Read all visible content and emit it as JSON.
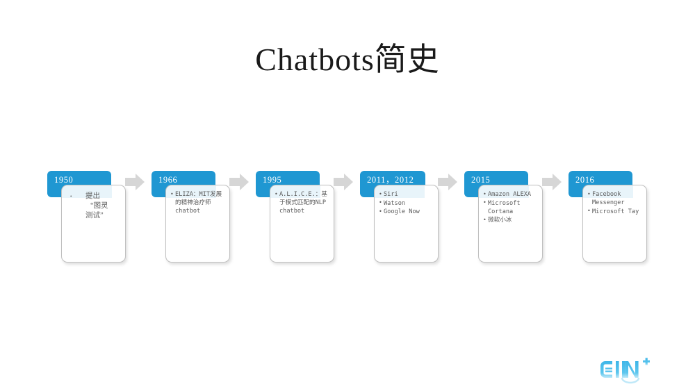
{
  "slide": {
    "title": "Chatbots简史",
    "background_color": "#ffffff",
    "accent_color": "#1f97d2",
    "arrow_color": "#d6d6d6",
    "body_text_color": "#5a5a5a"
  },
  "timeline": {
    "arrow_icon_name": "right-block-arrow-icon",
    "steps": [
      {
        "year": "1950",
        "items": [
          "提出"
        ],
        "lines": [
          "提出",
          "“图灵",
          "测试”"
        ],
        "style": "indented"
      },
      {
        "year": "1966",
        "items": [
          "ELIZA：MIT发展的精神治疗师chatbot"
        ],
        "style": "plain"
      },
      {
        "year": "1995",
        "items": [
          "A.L.I.C.E.：基于模式匹配的NLP chatbot"
        ],
        "style": "plain"
      },
      {
        "year": "2011，2012",
        "items": [
          "Siri",
          "Watson",
          "Google Now"
        ],
        "style": "plain"
      },
      {
        "year": "2015",
        "items": [
          "Amazon ALEXA",
          "Microsoft Cortana",
          "微软小冰"
        ],
        "style": "plain"
      },
      {
        "year": "2016",
        "items": [
          "Facebook Messenger",
          "Microsoft Tay"
        ],
        "style": "plain"
      }
    ]
  },
  "logo": {
    "name": "ein-plus-logo",
    "text": "EIN+",
    "color": "#3fb6e8"
  }
}
